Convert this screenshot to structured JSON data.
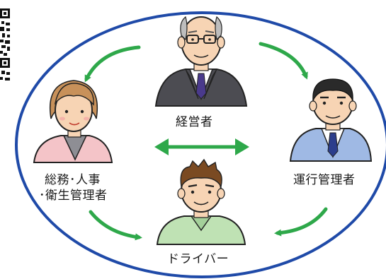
{
  "diagram": {
    "roles": {
      "ceo": "経営者",
      "operations_manager": "運行管理者",
      "general_affairs_line1": "総務･人事",
      "general_affairs_line2": "･衛生管理者",
      "driver": "ドライバー"
    },
    "colors": {
      "ellipse": "#1f4aa8",
      "arrow": "#2ea84a",
      "skin": "#f7d4b4",
      "suit_dark": "#4c4c52",
      "shirt_blue": "#9fb9e4",
      "work_green": "#bfe2b4",
      "cardigan_pink": "#f4c4c8"
    },
    "arrows": [
      {
        "from": "ceo",
        "to": "general_affairs"
      },
      {
        "from": "ceo",
        "to": "operations_manager"
      },
      {
        "from": "general_affairs",
        "to": "driver"
      },
      {
        "from": "operations_manager",
        "to": "driver"
      },
      {
        "between": [
          "general_affairs",
          "operations_manager"
        ],
        "bidirectional": true
      }
    ],
    "qr_code_icon": "qr-code-icon"
  }
}
